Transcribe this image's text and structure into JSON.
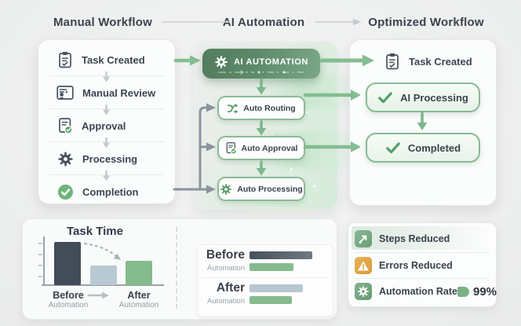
{
  "headings": {
    "manual": "Manual Workflow",
    "automation": "AI Automation",
    "optimized": "Optimized Workflow"
  },
  "manual_workflow": {
    "steps": [
      {
        "label": "Task Created",
        "icon": "clipboard-icon"
      },
      {
        "label": "Manual Review",
        "icon": "document-person-icon"
      },
      {
        "label": "Approval",
        "icon": "document-check-icon"
      },
      {
        "label": "Processing",
        "icon": "gear-icon"
      },
      {
        "label": "Completion",
        "icon": "check-circle-icon"
      }
    ]
  },
  "ai_automation": {
    "banner_label": "AI AUTOMATION",
    "banner_icon": "gear-icon",
    "steps": [
      {
        "label": "Auto Routing",
        "icon": "routing-icon"
      },
      {
        "label": "Auto Approval",
        "icon": "document-check-icon"
      },
      {
        "label": "Auto Processing",
        "icon": "gear-icon"
      }
    ]
  },
  "optimized_workflow": {
    "steps": [
      {
        "label": "Task Created",
        "icon": "clipboard-icon"
      },
      {
        "label": "AI Processing",
        "icon": "check-icon"
      },
      {
        "label": "Completed",
        "icon": "check-icon"
      }
    ]
  },
  "task_time_panel": {
    "title": "Task Time",
    "before_label": "Before",
    "before_sublabel": "Automation",
    "after_label": "After",
    "after_sublabel": "Automation"
  },
  "comparison_panel": {
    "before_label": "Before",
    "before_sublabel": "Automation",
    "after_label": "After",
    "after_sublabel": "Automation"
  },
  "stats_panel": {
    "items": [
      {
        "label": "Steps Reduced",
        "icon": "trend-up-icon",
        "icon_color": "#7dae88"
      },
      {
        "label": "Errors Reduced",
        "icon": "warning-icon",
        "icon_color": "#e0a848"
      },
      {
        "label": "Automation Rate",
        "icon": "gear-icon",
        "icon_color": "#74a981",
        "value": "99%"
      }
    ]
  },
  "chart_data": [
    {
      "type": "bar",
      "title": "Task Time",
      "categories": [
        "Before Automation",
        "",
        "After Automation"
      ],
      "values": [
        55,
        25,
        31
      ],
      "colors": [
        "#424d57",
        "#b9c9d3",
        "#85bb8c"
      ],
      "xlabel": "",
      "ylabel": "",
      "ylim": [
        0,
        62
      ],
      "grid": false,
      "annotation": "dashed decline arrow from tallest bar toward green bar"
    },
    {
      "type": "bar",
      "orientation": "horizontal",
      "groups": [
        {
          "label": "Before Automation",
          "bars": [
            {
              "value": 80,
              "color": "#4d575f"
            },
            {
              "value": 56,
              "color": "#85bb8c"
            }
          ]
        },
        {
          "label": "After Automation",
          "bars": [
            {
              "value": 68,
              "color": "#b7c7d1"
            },
            {
              "value": 54,
              "color": "#85bb8c"
            }
          ]
        }
      ],
      "grid": false
    }
  ],
  "colors": {
    "accent_green": "#7fb58b",
    "banner_green_dark": "#527c5d",
    "banner_green_light": "#7aa786",
    "slate_icon": "#47525d",
    "gray_arrow": "#8b939d",
    "green_arrow": "#83bd91",
    "amber": "#e0a848",
    "bar_dark": "#424d57",
    "bar_light": "#b7c7d1",
    "bar_green": "#85bb8c"
  }
}
